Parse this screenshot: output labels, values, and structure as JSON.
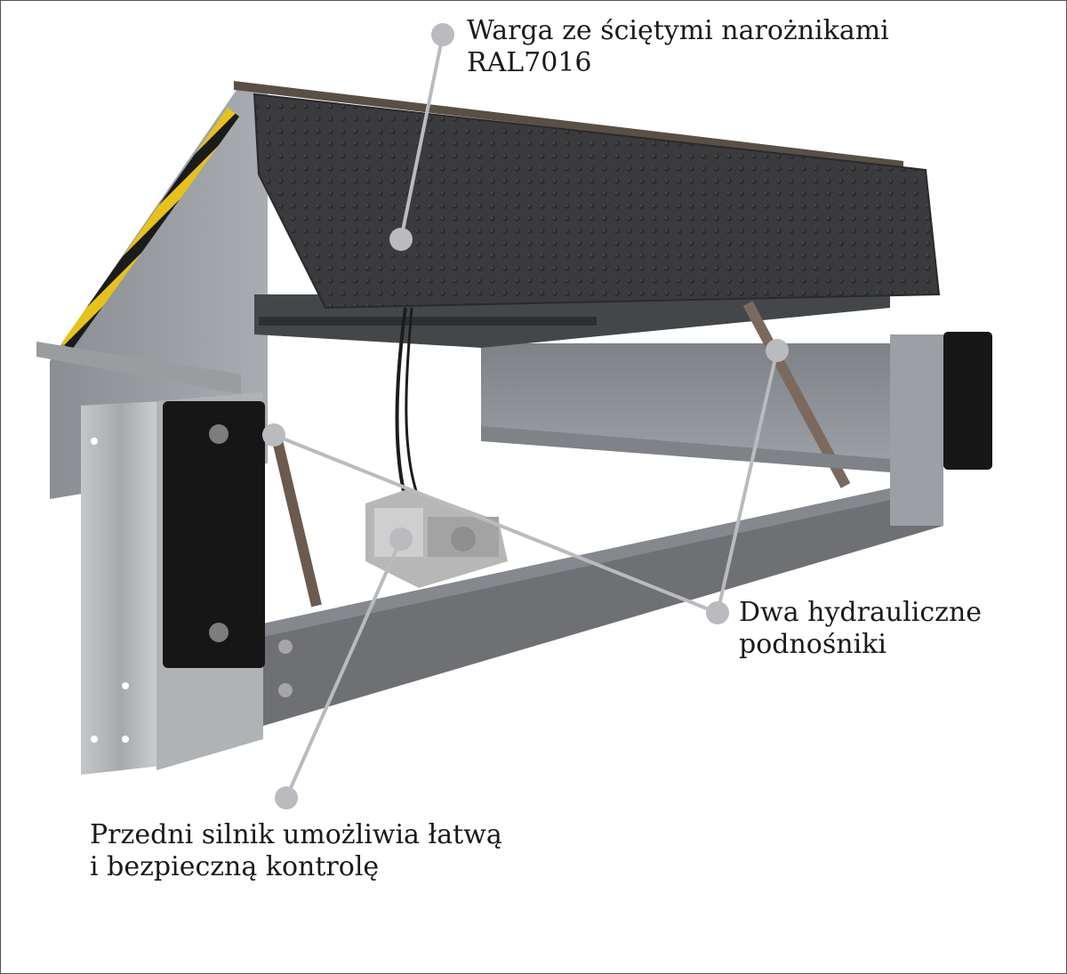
{
  "annotations": {
    "lip": {
      "line1": "Warga ze ściętymi narożnikami",
      "line2": "RAL7016"
    },
    "cylinders": {
      "line1": "Dwa hydrauliczne",
      "line2": "podnośniki"
    },
    "motor": {
      "line1": "Przedni silnik umożliwia łatwą",
      "line2": "i bezpieczną kontrolę"
    }
  },
  "colors": {
    "lip": "#3a3a3c",
    "frame_steel": "#7a7d80",
    "rubber_bumper": "#161616",
    "warning_yellow": "#e7c21a",
    "callout": "#b9bbbe"
  }
}
